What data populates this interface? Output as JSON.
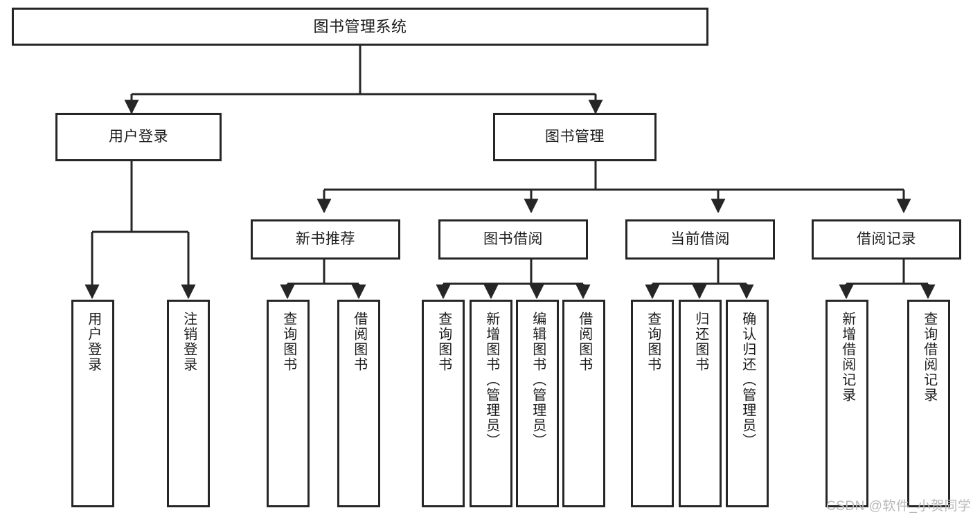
{
  "diagram": {
    "title": "图书管理系统",
    "type": "functional-decomposition-tree",
    "stroke_color": "#262626",
    "fill_color": "#ffffff",
    "background": "#ffffff"
  },
  "nodes": {
    "root": {
      "id": "root",
      "label": "图书管理系统",
      "level": 1
    },
    "level2": [
      {
        "id": "user-login",
        "label": "用户登录",
        "level": 2
      },
      {
        "id": "book-manage",
        "label": "图书管理",
        "level": 2
      }
    ],
    "level3": [
      {
        "id": "new-book-recommend",
        "label": "新书推荐",
        "level": 3,
        "parent": "book-manage"
      },
      {
        "id": "book-borrow",
        "label": "图书借阅",
        "level": 3,
        "parent": "book-manage"
      },
      {
        "id": "current-borrow",
        "label": "当前借阅",
        "level": 3,
        "parent": "book-manage"
      },
      {
        "id": "borrow-record",
        "label": "借阅记录",
        "level": 3,
        "parent": "book-manage"
      }
    ],
    "leaves": [
      {
        "id": "leaf-user-login",
        "label": "用户登录",
        "parent": "user-login"
      },
      {
        "id": "leaf-user-logout",
        "label": "注销登录",
        "parent": "user-login"
      },
      {
        "id": "leaf-query-book-1",
        "label": "查询图书",
        "parent": "new-book-recommend"
      },
      {
        "id": "leaf-borrow-book-1",
        "label": "借阅图书",
        "parent": "new-book-recommend"
      },
      {
        "id": "leaf-query-book-2",
        "label": "查询图书",
        "parent": "book-borrow"
      },
      {
        "id": "leaf-add-book",
        "label": "新增图书（管理员）",
        "parent": "book-borrow"
      },
      {
        "id": "leaf-edit-book",
        "label": "编辑图书（管理员）",
        "parent": "book-borrow"
      },
      {
        "id": "leaf-borrow-book-2",
        "label": "借阅图书",
        "parent": "book-borrow"
      },
      {
        "id": "leaf-query-book-3",
        "label": "查询图书",
        "parent": "current-borrow"
      },
      {
        "id": "leaf-return-book",
        "label": "归还图书",
        "parent": "current-borrow"
      },
      {
        "id": "leaf-confirm-return",
        "label": "确认归还（管理员）",
        "parent": "current-borrow"
      },
      {
        "id": "leaf-add-record",
        "label": "新增借阅记录",
        "parent": "borrow-record"
      },
      {
        "id": "leaf-query-record",
        "label": "查询借阅记录",
        "parent": "borrow-record"
      }
    ]
  },
  "watermark": {
    "text": "CSDN @软件_小贺同学"
  }
}
